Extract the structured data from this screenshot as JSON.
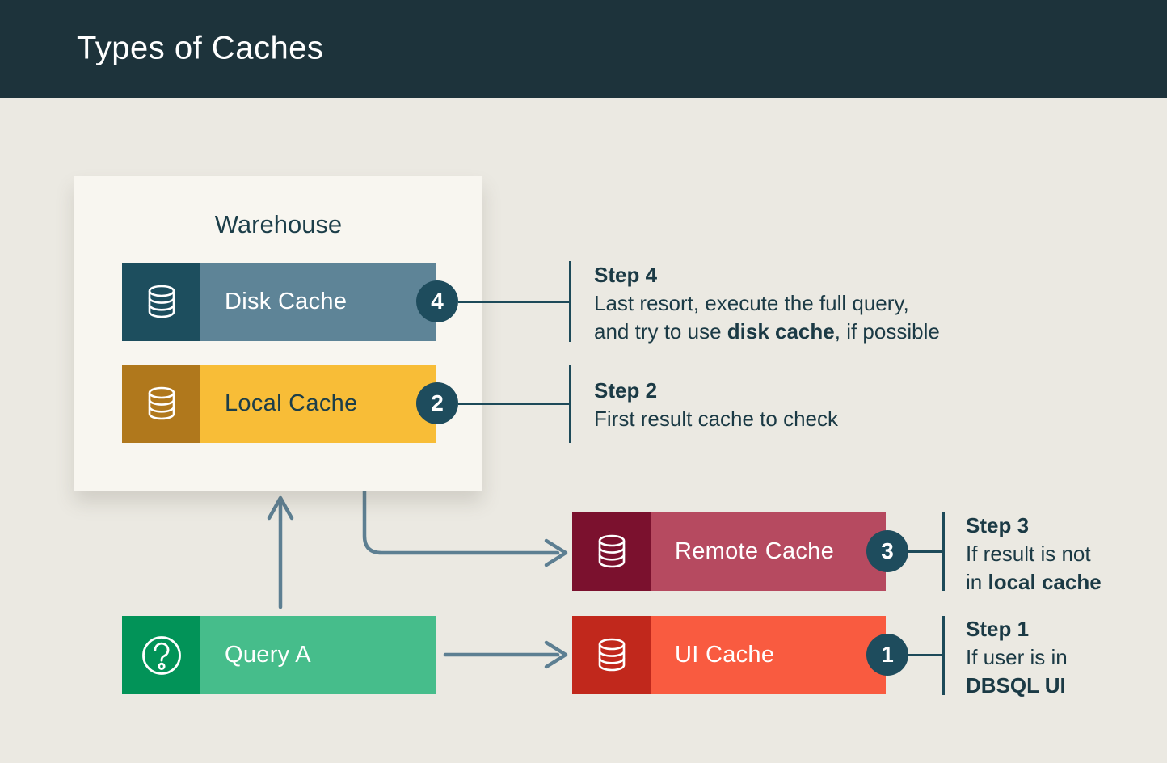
{
  "header": {
    "title": "Types of Caches"
  },
  "warehouse": {
    "label": "Warehouse"
  },
  "nodes": [
    {
      "id": "disk-cache",
      "label": "Disk Cache",
      "badge": "4",
      "icon": "database-icon",
      "icon_bg": "#1d4e5e",
      "body_bg": "#5e8497"
    },
    {
      "id": "local-cache",
      "label": "Local Cache",
      "badge": "2",
      "icon": "database-icon",
      "icon_bg": "#b0781c",
      "body_bg": "#f8bd37"
    },
    {
      "id": "remote-cache",
      "label": "Remote Cache",
      "badge": "3",
      "icon": "database-icon",
      "icon_bg": "#7b112e",
      "body_bg": "#b64a60"
    },
    {
      "id": "ui-cache",
      "label": "UI Cache",
      "badge": "1",
      "icon": "database-icon",
      "icon_bg": "#c1281c",
      "body_bg": "#f95b40"
    },
    {
      "id": "query-a",
      "label": "Query A",
      "icon": "question-icon",
      "icon_bg": "#029358",
      "body_bg": "#46bd8b"
    }
  ],
  "steps": [
    {
      "title": "Step 4",
      "line1": "Last resort, execute the full query,",
      "line2_pre": "and try to use ",
      "line2_bold": "disk cache",
      "line2_post": ", if possible"
    },
    {
      "title": "Step 2",
      "line1": "First result cache to check"
    },
    {
      "title": "Step 3",
      "line1": "If result is not",
      "line2_pre": "in ",
      "line2_bold": "local cache",
      "line2_post": ""
    },
    {
      "title": "Step 1",
      "line1": "If user is in",
      "line2_pre": "",
      "line2_bold": "DBSQL UI",
      "line2_post": ""
    }
  ],
  "colors": {
    "header_bg": "#1d333b",
    "page_bg": "#ebe9e2",
    "warehouse_bg": "#f8f6f0",
    "badge_bg": "#1e4c5d",
    "arrow": "#5d7f92",
    "connector": "#1d4a59",
    "text": "#1b3a45"
  }
}
